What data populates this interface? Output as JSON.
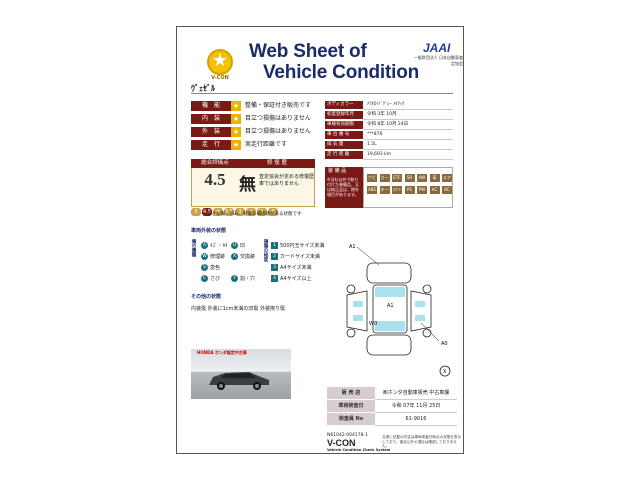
{
  "header": {
    "logo_text": "V-CON",
    "title_line1": "Web Sheet of",
    "title_line2": "Vehicle Condition",
    "org_logo": "JAAI",
    "org_name": "一般財団法人 日本自動車査定協会"
  },
  "model_name": "ｳﾞｪｾﾞﾙ",
  "grades": [
    {
      "label": "機　能",
      "text": "整備・保証付き販売です"
    },
    {
      "label": "内　装",
      "text": "目立つ損傷はありません"
    },
    {
      "label": "外　装",
      "text": "目立つ損傷はありません"
    },
    {
      "label": "走　行",
      "text": "実走行距離です"
    }
  ],
  "overall": {
    "score_label": "総合評価点",
    "history_label": "修 復 歴",
    "score": "4.5",
    "history_mark": "無",
    "history_text": "査定協会が定める修復歴車ではありません",
    "scale": [
      "5",
      "4.5",
      "4",
      "3.5",
      "3",
      "2",
      "1",
      "0"
    ],
    "scale_selected": "4.5",
    "scale_note": "小さな傷・凹み、軽微な補修跡がある状態です"
  },
  "info_table": [
    {
      "label": "ボディカラー",
      "value": "ﾒﾃｵﾛｲﾄﾞｸﾞﾚｰ ﾒﾀﾘｯｸ"
    },
    {
      "label": "初度登録年月",
      "value": "令和 3年 10月"
    },
    {
      "label": "車検有効期限",
      "value": "令和 8年 10月 24日"
    },
    {
      "label": "車 台 番 号",
      "value": "***876"
    },
    {
      "label": "排 気 量",
      "value": "1.5L"
    },
    {
      "label": "走 行 距 離",
      "value": "19,693 km"
    }
  ],
  "equipment": {
    "title": "装 備 品",
    "note": "※当社以外で取り付けた装備品、又は純正品は、除外項目があります。",
    "items": [
      "ナビ",
      "カーテレビ",
      "ETC",
      "SR",
      "AW",
      "革",
      "エアバッグ",
      "ABS",
      "キーレス",
      "ｽﾏｰﾄ",
      "PS",
      "PW",
      "AC",
      "BC"
    ]
  },
  "legend": {
    "title": "車両外装の状態",
    "left_label": "傷の種類",
    "right_label": "損傷の程度",
    "types": [
      {
        "code": "A",
        "text": "ｷｽﾞ・ｶｷ"
      },
      {
        "code": "U",
        "text": "凹"
      },
      {
        "code": "W",
        "text": "修理跡"
      },
      {
        "code": "S",
        "text": "変色"
      },
      {
        "code": "X",
        "text": "交換跡"
      },
      {
        "code": "C",
        "text": "さび"
      },
      {
        "code": "Y",
        "text": "割・穴"
      }
    ],
    "degrees": [
      {
        "code": "1",
        "text": "500円玉サイズ未満"
      },
      {
        "code": "2",
        "text": "カードサイズ未満"
      },
      {
        "code": "3",
        "text": "A4サイズ未満"
      },
      {
        "code": "4",
        "text": "A4サイズ以上"
      }
    ]
  },
  "other_status": {
    "title": "その他の状態",
    "text": "内装傷 外装に1cm未満の凹傷 外装擦り傷"
  },
  "photo": {
    "dealer_logo": "HONDA ホンダ認定中古車"
  },
  "diagram_labels": [
    "A1",
    "A1",
    "W0",
    "A0",
    "X"
  ],
  "dealer": [
    {
      "label": "販 売 店",
      "value": "㈱ホンダ自動車販売 中古車課"
    },
    {
      "label": "車両検査日",
      "value": "令和 07年 11月 25日"
    },
    {
      "label": "検査員 No",
      "value": "61-9016"
    }
  ],
  "footer": {
    "sheet_id": "N61042-004178-1",
    "brand": "V-CON",
    "brand_sub": "Vehicle Condition Check System",
    "disclaimer": "当書に記載の内容は車両検査日時点の状態を表示しており、査定以外の項目は確認しておりません。"
  },
  "colors": {
    "maroon": "#7a1a17",
    "gold": "#e8b400",
    "teal": "#1d6e7a",
    "navy": "#1a2a6b"
  }
}
